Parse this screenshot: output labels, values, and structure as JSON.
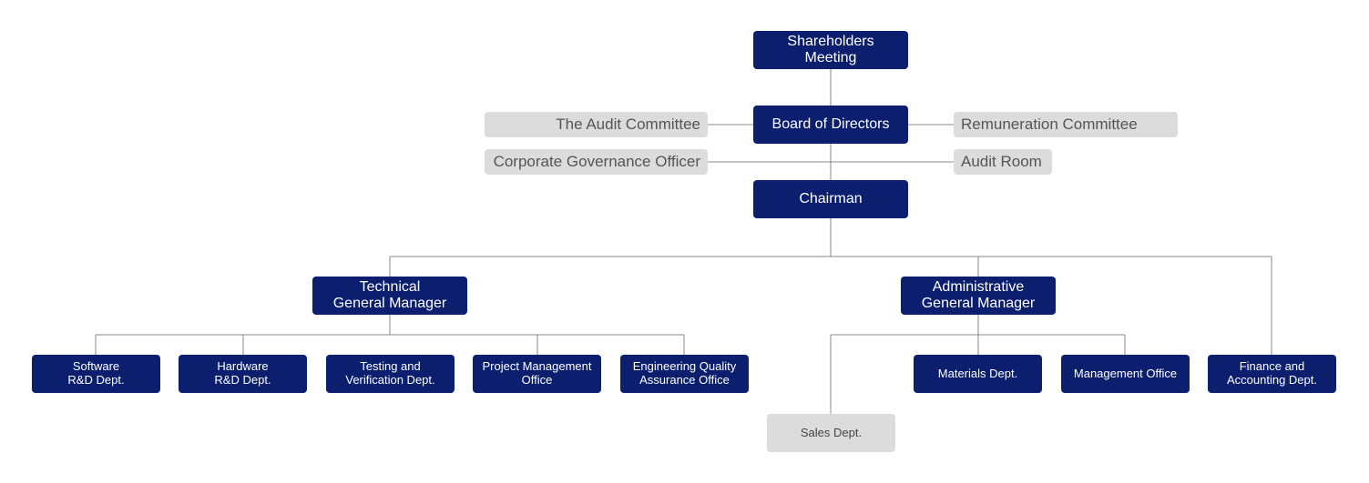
{
  "colors": {
    "primary": "#0b1f6e",
    "secondary": "#dcdcdc",
    "connector": "#888888"
  },
  "nodes": {
    "shareholders": "Shareholders\nMeeting",
    "board": "Board of Directors",
    "chairman": "Chairman",
    "audit_committee": "The Audit Committee",
    "remuneration_committee": "Remuneration Committee",
    "corporate_governance_officer": "Corporate Governance Officer",
    "audit_room": "Audit Room",
    "technical_gm": "Technical\nGeneral Manager",
    "administrative_gm": "Administrative\nGeneral Manager",
    "software_rd": "Software\nR&D Dept.",
    "hardware_rd": "Hardware\nR&D Dept.",
    "testing_verification": "Testing and\nVerification Dept.",
    "project_management": "Project Management\nOffice",
    "engineering_qa": "Engineering Quality\nAssurance Office",
    "materials": "Materials Dept.",
    "management_office": "Management Office",
    "finance_accounting": "Finance and\nAccounting Dept.",
    "sales": "Sales Dept."
  }
}
